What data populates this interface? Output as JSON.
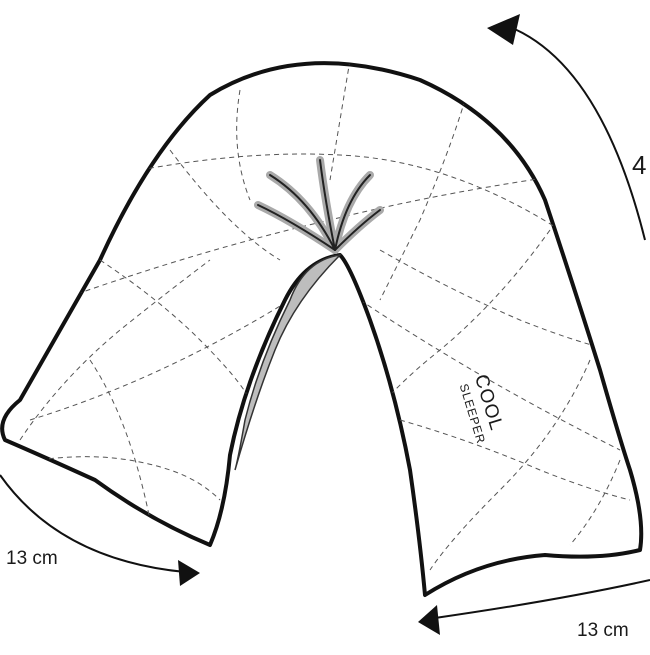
{
  "dimensions": {
    "left_end": "13 cm",
    "right_end": "13 cm",
    "top_partial": "4"
  },
  "brand": {
    "line1": "COOL",
    "line2": "SLEEPER"
  },
  "colors": {
    "outline": "#111111",
    "stitch": "#555555",
    "tie": "#a9a9a9",
    "fill": "#ffffff"
  },
  "icons": [
    "curved-arrow-icon"
  ]
}
